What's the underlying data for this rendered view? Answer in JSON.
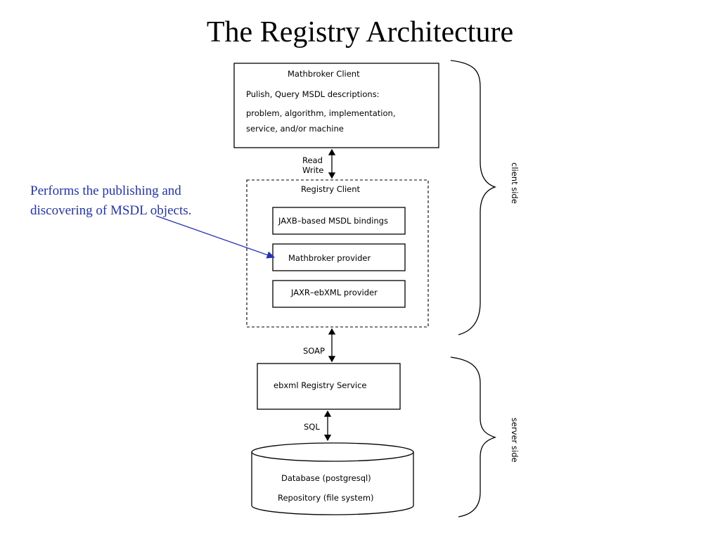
{
  "title": "The Registry Architecture",
  "annotation": "Performs the publishing and discovering of MSDL objects.",
  "mathbroker_client": {
    "title": "Mathbroker Client",
    "line1": "Pulish, Query  MSDL descriptions:",
    "line2": "problem, algorithm, implementation,",
    "line3": "service, and/or machine"
  },
  "connectors": {
    "read": "Read",
    "write": "Write",
    "soap": "SOAP",
    "sql": "SQL"
  },
  "registry_client": {
    "title": "Registry Client",
    "items": [
      "JAXB–based MSDL bindings",
      "Mathbroker provider",
      "JAXR–ebXML provider"
    ]
  },
  "registry_service": "ebxml Registry Service",
  "database": {
    "line1": "Database (postgresql)",
    "line2": "Repository (file system)"
  },
  "sides": {
    "client": "client side",
    "server": "server side"
  },
  "colors": {
    "annotation": "#2233bb",
    "lines": "#000000"
  }
}
